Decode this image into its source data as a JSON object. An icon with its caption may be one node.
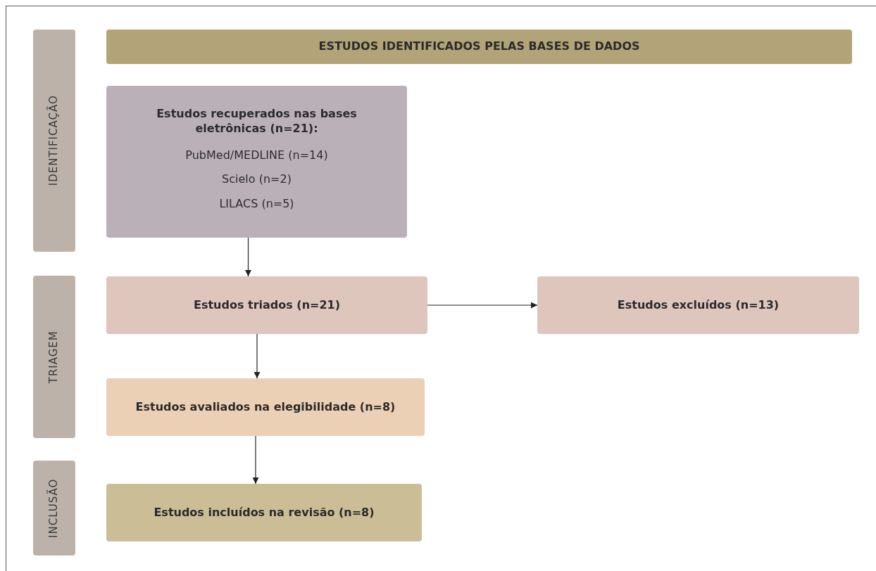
{
  "diagram": {
    "nodes": [
      {
        "text": [
          "IDENTIFICAÇÃO"
        ]
      },
      {
        "text": [
          "ESTUDOS IDENTIFICADOS PELAS BASES DE DADOS"
        ]
      },
      {
        "text": [
          "Estudos recuperados nas bases eletrônicas (n=21):",
          "PubMed/MEDLINE (n=14)",
          "Scielo (n=2)",
          "LILACS (n=5)"
        ]
      },
      {
        "text": [
          "TRIAGEM"
        ]
      },
      {
        "text": [
          "Estudos triados (n=21)"
        ]
      },
      {
        "text": [
          "Estudos excluídos (n=13)"
        ]
      },
      {
        "text": [
          "Estudos avaliados na elegibilidade (n=8)"
        ]
      },
      {
        "text": [
          "INCLUSÃO"
        ]
      },
      {
        "text": [
          "Estudos incluídos na revisão (n=8)"
        ]
      }
    ],
    "edges": [
      {
        "from": 2,
        "to": 4,
        "arrow": "to"
      },
      {
        "from": 4,
        "to": 5,
        "arrow": "to"
      },
      {
        "from": 4,
        "to": 6,
        "arrow": "to"
      },
      {
        "from": 6,
        "to": 8,
        "arrow": "to"
      }
    ]
  }
}
